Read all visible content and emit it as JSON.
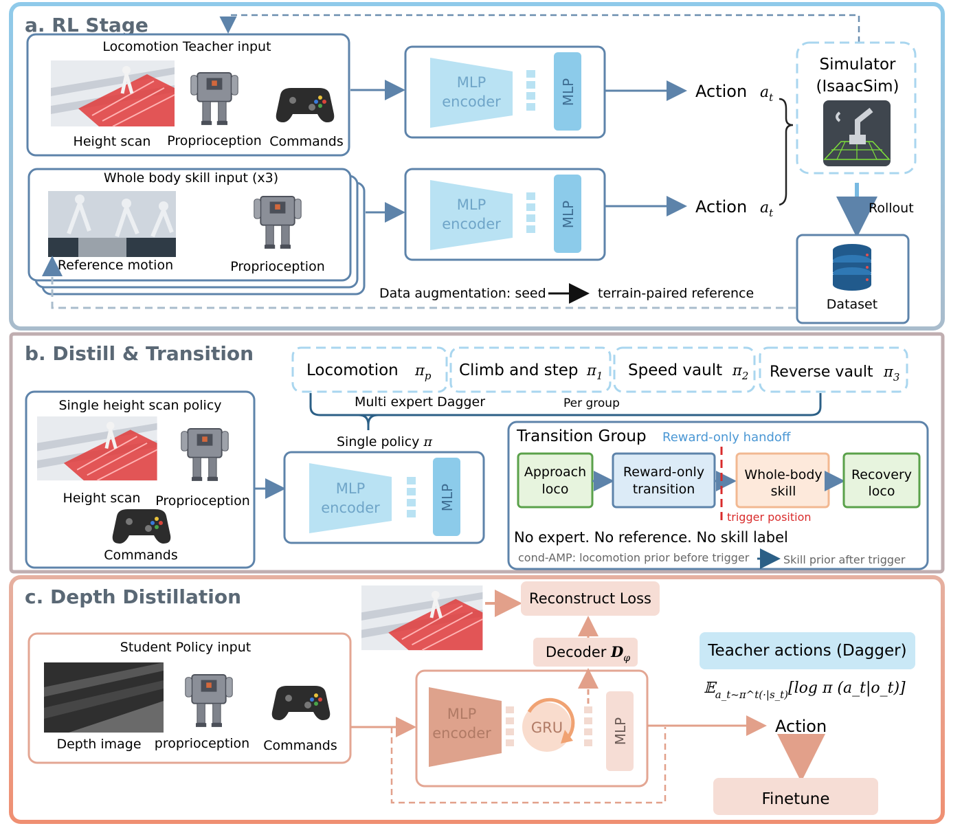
{
  "sections": {
    "a": {
      "title": "a. RL Stage",
      "teacher": {
        "title": "Locomotion Teacher input",
        "labels": [
          "Height scan",
          "Proprioception",
          "Commands"
        ]
      },
      "skill": {
        "title": "Whole body skill input  (x3)",
        "labels": [
          "Reference motion",
          "Proprioception"
        ]
      },
      "encoder_label_1": "MLP",
      "encoder_label_2": "encoder",
      "mlp_label": "MLP",
      "action_label": "Action",
      "action_symbol": "a",
      "action_subscript": "t",
      "simulator": [
        "Simulator",
        "(IsaacSim)"
      ],
      "rollout_label": "Rollout",
      "dataset_label": "Dataset",
      "augmentation": {
        "left": "Data augmentation: seed",
        "right": "terrain-paired reference"
      }
    },
    "b": {
      "title": "b. Distill & Transition",
      "experts": [
        {
          "label": "Locomotion",
          "symbol": "π",
          "sub": "p"
        },
        {
          "label": "Climb and step",
          "symbol": "π",
          "sub": "1"
        },
        {
          "label": "Speed vault",
          "symbol": "π",
          "sub": "2"
        },
        {
          "label": "Reverse vault",
          "symbol": "π",
          "sub": "3"
        }
      ],
      "multi_expert": "Multi expert Dagger",
      "per_group": "Per group",
      "single_policy": "Single policy",
      "single_policy_symbol": "π",
      "input": {
        "title": "Single height scan policy",
        "labels": [
          "Height scan",
          "Proprioception",
          "Commands"
        ]
      },
      "transition": {
        "title": "Transition Group",
        "subtitle": "Reward-only handoff",
        "stages": [
          [
            "Approach",
            "loco"
          ],
          [
            "Reward-only",
            "transition"
          ],
          [
            "Whole-body",
            "skill"
          ],
          [
            "Recovery",
            "loco"
          ]
        ],
        "trigger": "trigger position",
        "note": "No expert. No reference. No skill label",
        "cond_left": "cond-AMP: locomotion prior before trigger",
        "cond_right": "Skill prior after trigger"
      }
    },
    "c": {
      "title": "c. Depth Distillation",
      "input": {
        "title": "Student Policy input",
        "labels": [
          "Depth image",
          "proprioception",
          "Commands"
        ]
      },
      "reconstruct": "Reconstruct Loss",
      "decoder": "Decoder",
      "decoder_symbol": "D",
      "decoder_sub": "φ",
      "gru": "GRU",
      "teacher_actions": "Teacher actions (Dagger)",
      "formula": {
        "E": "𝔼",
        "sub": "a_t~π^t(·|s_t)",
        "body": "[log π (a_t|o_t)]"
      },
      "action_label": "Action",
      "finetune": "Finetune"
    }
  },
  "colors": {
    "section_a_border": "#8fc6e6",
    "section_b_border": "#c0aeb0",
    "section_c_border": "#eaa089",
    "box_blue": "#5d83aa",
    "encoder_blue": "#b9e2f3",
    "mlp_blue": "#8ccbea",
    "dash_blue": "#a9d6ef",
    "green": "#5aa14a",
    "green_fill": "#e7f4de",
    "peach": "#f2b891",
    "peach_fill": "#fde9db",
    "red": "#d92b2b",
    "salmon": "#e3a693",
    "salmon_fill": "#f6ddd5"
  }
}
